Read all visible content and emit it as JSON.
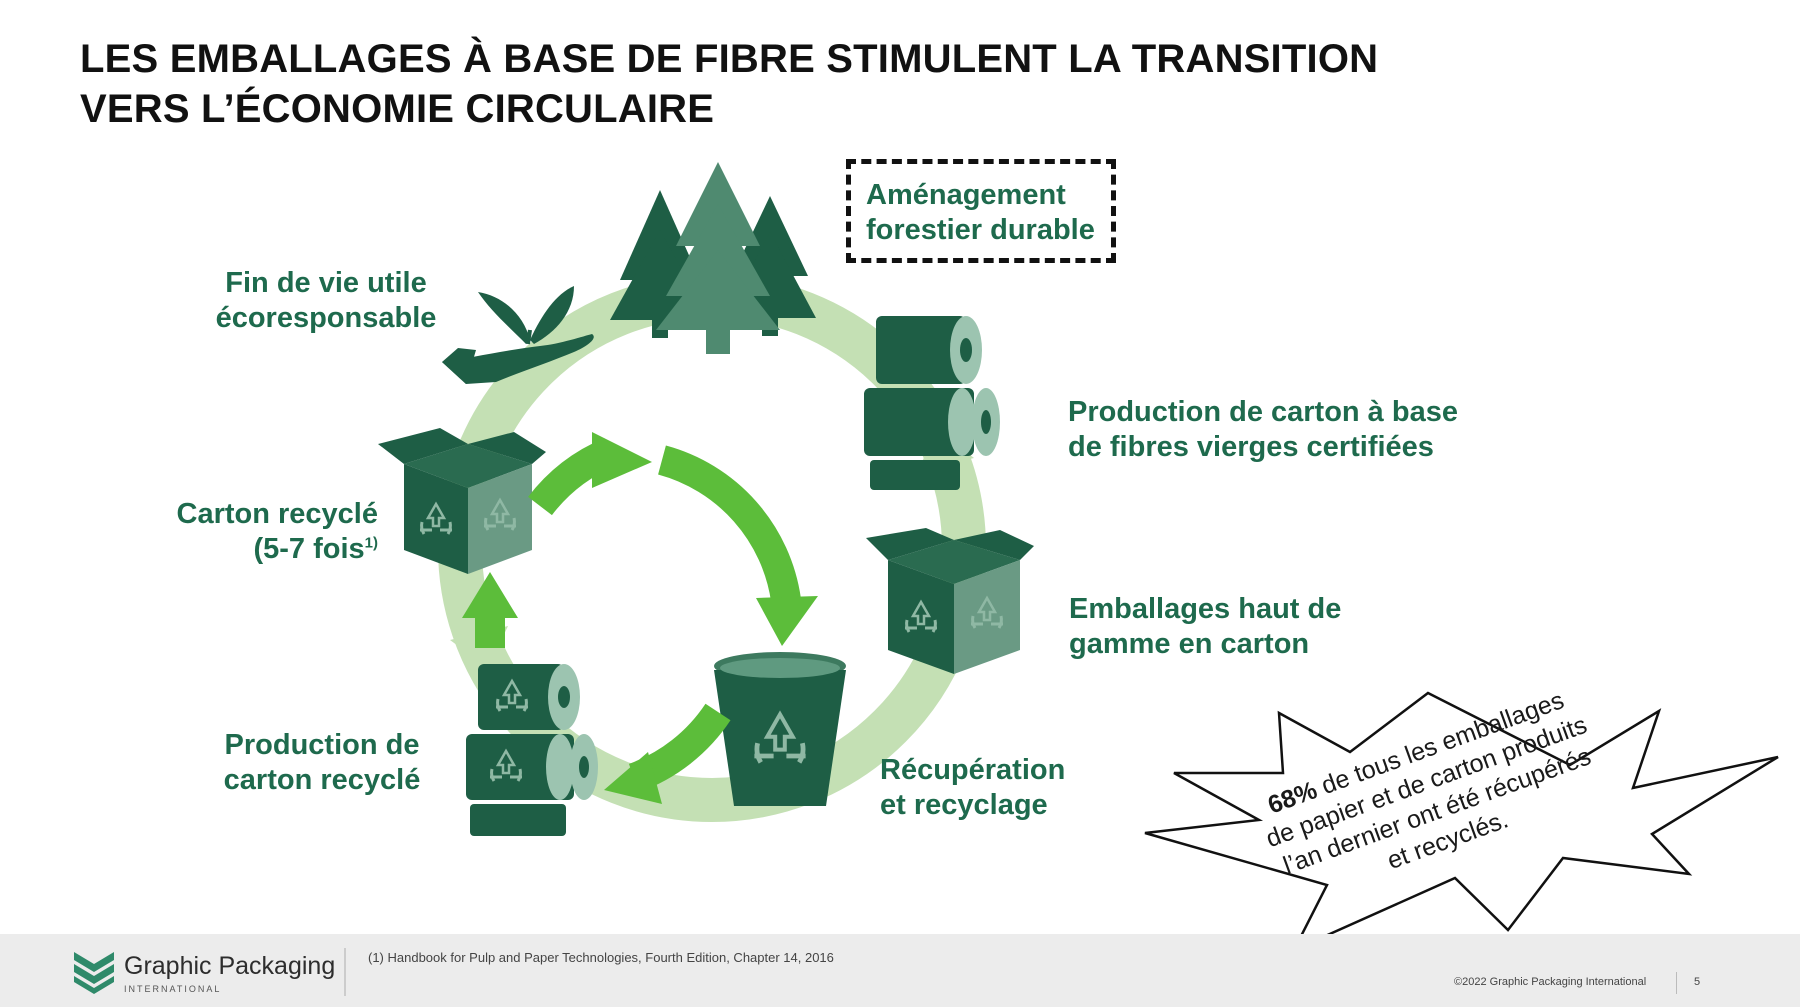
{
  "title": {
    "line1": "LES EMBALLAGES À BASE DE FIBRE STIMULENT LA TRANSITION",
    "line2": "VERS L’ÉCONOMIE CIRCULAIRE"
  },
  "cycle": {
    "forest": {
      "line1": "Aménagement",
      "line2": "forestier durable"
    },
    "virgin": {
      "line1": "Production de carton à base",
      "line2": "de fibres vierges certifiées"
    },
    "premium": {
      "line1": "Emballages haut de",
      "line2": "gamme en carton"
    },
    "recovery": {
      "line1": "Récupération",
      "line2": "et recyclage"
    },
    "recycled_production": {
      "line1": "Production de",
      "line2": "carton recyclé"
    },
    "recycled_board": {
      "line1": "Carton recyclé",
      "line2": "(5-7 fois",
      "sup": "1)"
    },
    "end_of_life": {
      "line1": "Fin de vie utile",
      "line2": "écoresponsable"
    }
  },
  "stat": {
    "percent": "68%",
    "line1_rest": " de tous les emballages",
    "line2": "de papier et de carton produits",
    "line3": "l’an dernier ont été récupérés",
    "line4": "et recyclés."
  },
  "footer": {
    "logo_name": "Graphic Packaging",
    "logo_sub": "INTERNATIONAL",
    "footnote": "(1) Handbook for Pulp and Paper Technologies, Fourth Edition, Chapter 14, 2016",
    "copyright": "©2022 Graphic Packaging International",
    "page": "5"
  },
  "colors": {
    "dark_green": "#1e5e45",
    "mid_green": "#3d7a5f",
    "light_green_ring": "#c4e0b4",
    "bright_green": "#5cbd3a",
    "label_green": "#1e6a4d"
  }
}
